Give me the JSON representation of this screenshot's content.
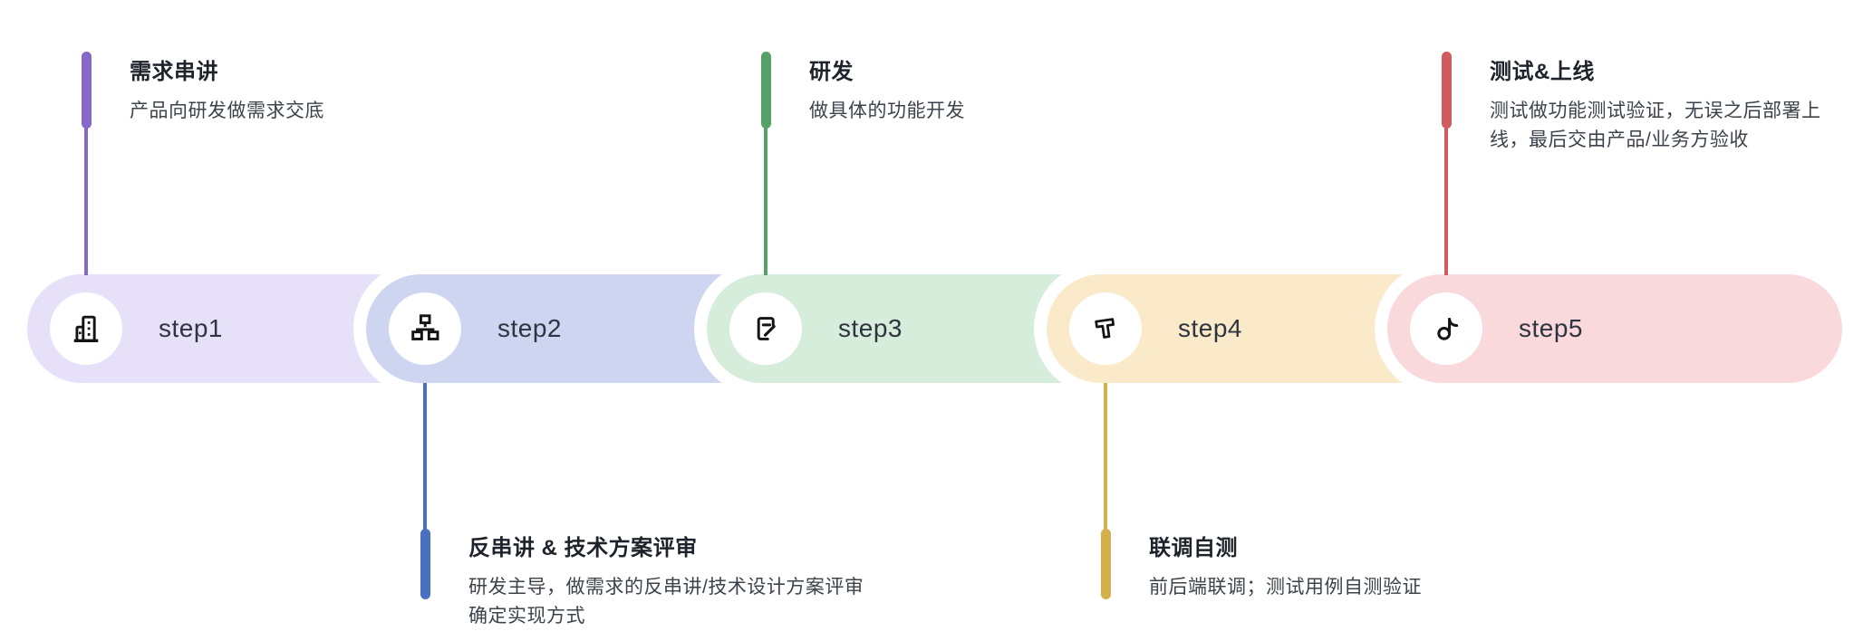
{
  "page": {
    "background": "#ffffff"
  },
  "steps": [
    {
      "label": "step1",
      "icon": "building-icon",
      "pill_color": "#E7E0F9",
      "accent_color": "#8767C8",
      "annotation": {
        "position": "top",
        "title": "需求串讲",
        "description": "产品向研发做需求交底"
      }
    },
    {
      "label": "step2",
      "icon": "org-chart-icon",
      "pill_color": "#CDD5F0",
      "accent_color": "#4A70C4",
      "annotation": {
        "position": "bottom",
        "title": "反串讲 & 技术方案评审",
        "description": "研发主导，做需求的反串讲/技术设计方案评审\n确定实现方式"
      }
    },
    {
      "label": "step3",
      "icon": "document-edit-icon",
      "pill_color": "#D6EDDC",
      "accent_color": "#55A166",
      "annotation": {
        "position": "top",
        "title": "研发",
        "description": "做具体的功能开发"
      }
    },
    {
      "label": "step4",
      "icon": "letter-t-icon",
      "pill_color": "#FAEACA",
      "accent_color": "#D2B04B",
      "annotation": {
        "position": "bottom",
        "title": "联调自测",
        "description": "前后端联调；测试用例自测验证"
      }
    },
    {
      "label": "step5",
      "icon": "music-note-icon",
      "pill_color": "#F9D9DC",
      "accent_color": "#D15B5E",
      "annotation": {
        "position": "top",
        "title": "测试&上线",
        "description": "测试做功能测试验证，无误之后部署上\n线，最后交由产品/业务方验收"
      }
    }
  ]
}
